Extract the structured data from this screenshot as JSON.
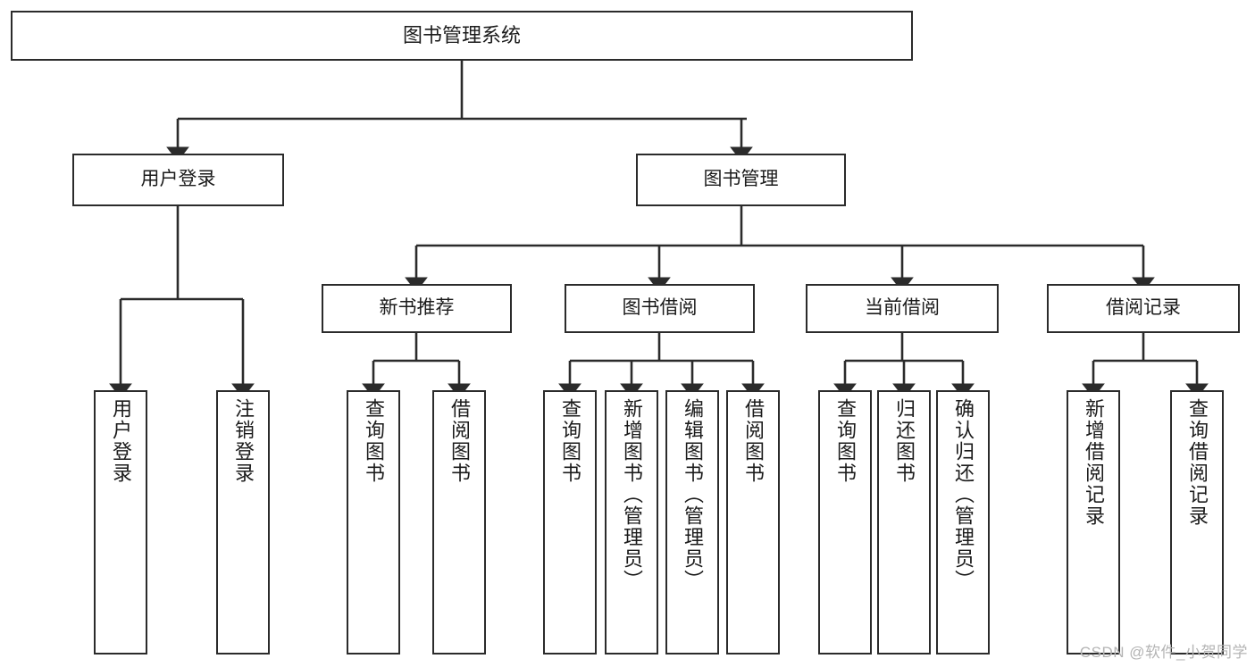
{
  "diagram": {
    "title": "图书管理系统",
    "type": "tree",
    "watermark": "CSDN @软件_小贺同学",
    "colors": {
      "box_border": "#2b2b2b",
      "box_fill": "#ffffff",
      "connector": "#2b2b2b",
      "text": "#1b1b1b",
      "watermark": "#b4b4b4"
    },
    "nodes": {
      "root": {
        "label": "图书管理系统",
        "orientation": "horizontal"
      },
      "level2": [
        {
          "label": "用户登录",
          "orientation": "horizontal"
        },
        {
          "label": "图书管理",
          "orientation": "horizontal"
        }
      ],
      "level3": [
        {
          "label": "新书推荐",
          "orientation": "horizontal"
        },
        {
          "label": "图书借阅",
          "orientation": "horizontal"
        },
        {
          "label": "当前借阅",
          "orientation": "horizontal"
        },
        {
          "label": "借阅记录",
          "orientation": "horizontal"
        }
      ],
      "leaves_user_login": [
        {
          "label": "用户登录",
          "orientation": "vertical"
        },
        {
          "label": "注销登录",
          "orientation": "vertical"
        }
      ],
      "leaves_new_book": [
        {
          "label": "查询图书",
          "orientation": "vertical"
        },
        {
          "label": "借阅图书",
          "orientation": "vertical"
        }
      ],
      "leaves_borrow": [
        {
          "label": "查询图书",
          "orientation": "vertical"
        },
        {
          "label": "新增图书（管理员）",
          "orientation": "vertical"
        },
        {
          "label": "编辑图书（管理员）",
          "orientation": "vertical"
        },
        {
          "label": "借阅图书",
          "orientation": "vertical"
        }
      ],
      "leaves_current": [
        {
          "label": "查询图书",
          "orientation": "vertical"
        },
        {
          "label": "归还图书",
          "orientation": "vertical"
        },
        {
          "label": "确认归还（管理员）",
          "orientation": "vertical"
        }
      ],
      "leaves_records": [
        {
          "label": "新增借阅记录",
          "orientation": "vertical"
        },
        {
          "label": "查询借阅记录",
          "orientation": "vertical"
        }
      ]
    }
  }
}
